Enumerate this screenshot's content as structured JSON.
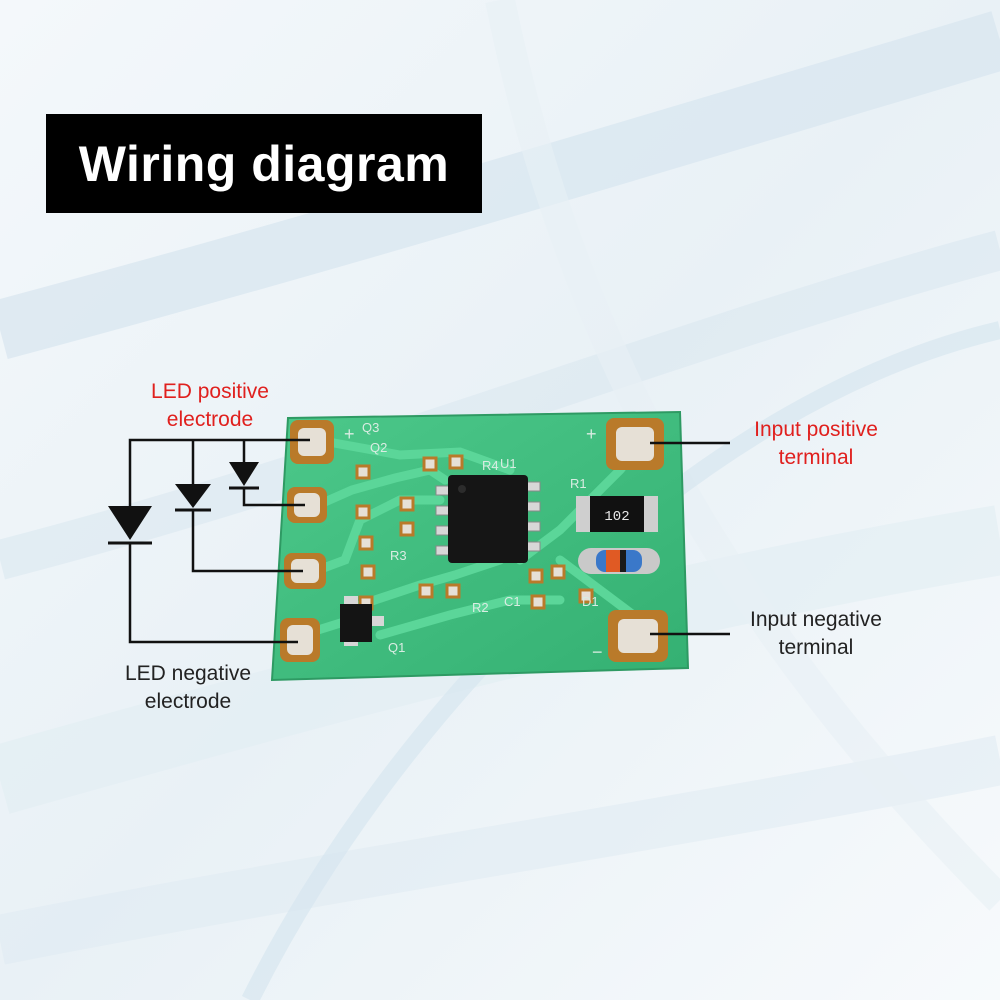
{
  "title": "Wiring diagram",
  "labels": {
    "led_positive": [
      "LED positive",
      "electrode"
    ],
    "led_negative": [
      "LED negative",
      "electrode"
    ],
    "input_positive": [
      "Input positive",
      "terminal"
    ],
    "input_negative": [
      "Input negative",
      "terminal"
    ]
  },
  "board": {
    "resistor_marking": "102",
    "silkscreen": {
      "plus_left": "+",
      "plus_right": "+",
      "minus_right": "−",
      "q3": "Q3",
      "q2": "Q2",
      "q1": "Q1",
      "u1": "U1",
      "r1": "R1",
      "r2": "R2",
      "r3": "R3",
      "r4": "R4",
      "c1": "C1",
      "d1": "D1"
    }
  },
  "colors": {
    "accent_label": "#e0201e",
    "text": "#222222",
    "board": "#3fbf7f",
    "pad": "#e6e0d6",
    "title_bg": "#000000"
  }
}
